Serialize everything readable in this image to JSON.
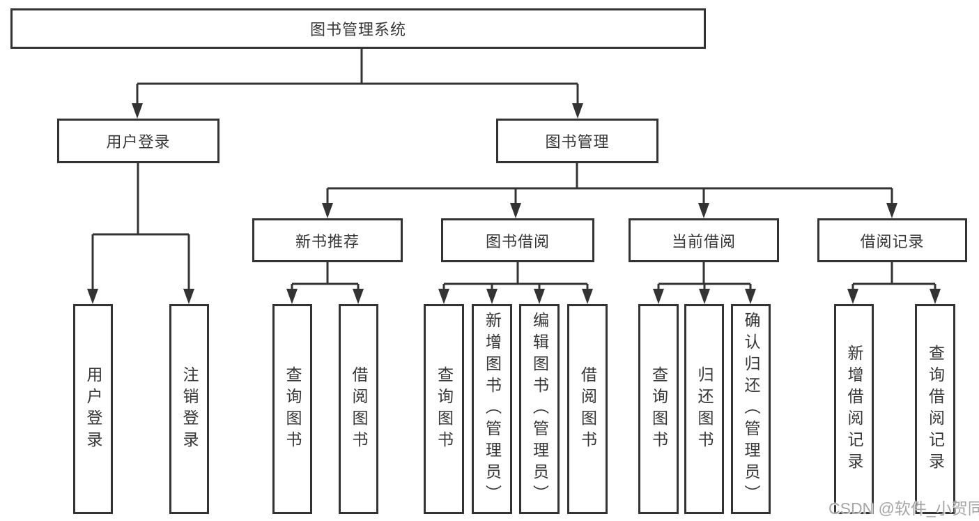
{
  "tree": {
    "root": {
      "label": "图书管理系统",
      "children": [
        {
          "label": "用户登录",
          "children": [
            {
              "label": "用户登录"
            },
            {
              "label": "注销登录"
            }
          ]
        },
        {
          "label": "图书管理",
          "children": [
            {
              "label": "新书推荐",
              "children": [
                {
                  "label": "查询图书"
                },
                {
                  "label": "借阅图书"
                }
              ]
            },
            {
              "label": "图书借阅",
              "children": [
                {
                  "label": "查询图书"
                },
                {
                  "label": "新增图书（管理员）"
                },
                {
                  "label": "编辑图书（管理员）"
                },
                {
                  "label": "借阅图书"
                }
              ]
            },
            {
              "label": "当前借阅",
              "children": [
                {
                  "label": "查询图书"
                },
                {
                  "label": "归还图书"
                },
                {
                  "label": "确认归还（管理员）"
                }
              ]
            },
            {
              "label": "借阅记录",
              "children": [
                {
                  "label": "新增借阅记录"
                },
                {
                  "label": "查询借阅记录"
                }
              ]
            }
          ]
        }
      ]
    }
  },
  "watermark": {
    "text": "CSDN @软件_小贺同学"
  },
  "colors": {
    "line": "#333333",
    "background": "#ffffff",
    "watermark": "#a6a6a6"
  }
}
